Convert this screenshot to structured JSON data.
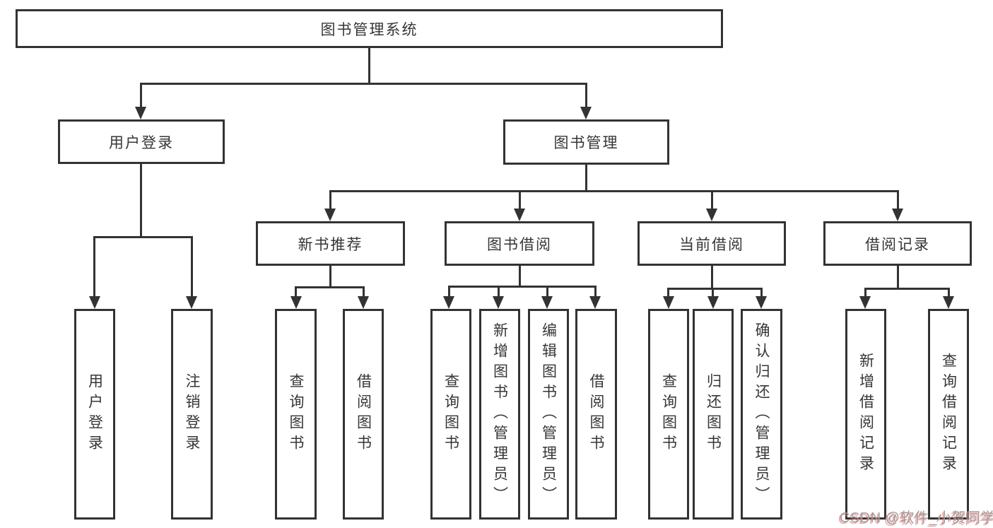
{
  "diagram": {
    "title": "图书管理系统",
    "root": {
      "label": "图书管理系统"
    },
    "branches": [
      {
        "label": "用户登录",
        "children": [
          {
            "label": "用户登录"
          },
          {
            "label": "注销登录"
          }
        ]
      },
      {
        "label": "图书管理",
        "children": [
          {
            "label": "新书推荐",
            "children": [
              {
                "label": "查询图书"
              },
              {
                "label": "借阅图书"
              }
            ]
          },
          {
            "label": "图书借阅",
            "children": [
              {
                "label": "查询图书"
              },
              {
                "label": "新增图书（管理员）"
              },
              {
                "label": "编辑图书（管理员）"
              },
              {
                "label": "借阅图书"
              }
            ]
          },
          {
            "label": "当前借阅",
            "children": [
              {
                "label": "查询图书"
              },
              {
                "label": "归还图书"
              },
              {
                "label": "确认归还（管理员）"
              }
            ]
          },
          {
            "label": "借阅记录",
            "children": [
              {
                "label": "新增借阅记录"
              },
              {
                "label": "查询借阅记录"
              }
            ]
          }
        ]
      }
    ]
  },
  "watermark": {
    "text": "CSDN @软件_小贺同学"
  },
  "colors": {
    "line": "#333333",
    "box_border": "#333333",
    "box_background": "#ffffff",
    "text": "#363636",
    "watermark_text": "#9d9d9d",
    "watermark_shadow": "#e96e6e"
  }
}
